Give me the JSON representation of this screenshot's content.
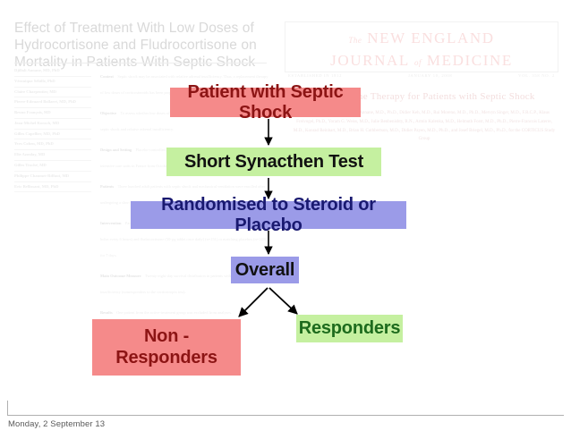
{
  "slide": {
    "footer_date": "Monday, 2 September 13"
  },
  "background_papers": {
    "left_paper": {
      "title": "Effect of Treatment With Low Doses of Hydrocortisone and Fludrocortisone on Mortality in Patients With Septic Shock",
      "authors": [
        "Djillali Annane, MD, PhD",
        "Véronique Sébille, PhD",
        "Claire Charpentier, MD",
        "Pierre-Edouard Bollaert, MD, PhD",
        "Bruno François, MD",
        "Jean-Michel Korach, MD",
        "Gilles Capellier, MD, PhD",
        "Yves Cohen, MD, PhD",
        "Elie Azoulay, MD",
        "Gilles Troché, MD",
        "Philippe Chaumet-Riffaut, MD",
        "Eric Bellissant, MD, PhD"
      ],
      "abstract_sections": [
        {
          "heading": "Context",
          "body": "Septic shock may be associated with relative adrenal insufficiency. Thus, a replacement therapy of low doses of corticosteroids has been proposed to treat septic shock."
        },
        {
          "heading": "Objective",
          "body": "To assess whether low doses of corticosteroids improve 28-day survival in patients with septic shock and relative adrenal insufficiency."
        },
        {
          "heading": "Design and Setting",
          "body": "Placebo-controlled, randomized, double-blind, parallel-group trial performed in 19 intensive care units in France from October 9, 1995, to February 23, 1999."
        },
        {
          "heading": "Patients",
          "body": "Three hundred adult patients with septic shock and mechanical ventilation were enrolled after undergoing a short corticotropin test."
        },
        {
          "heading": "Intervention",
          "body": "Patients were randomly assigned to receive either hydrocortisone (50-mg intravenous bolus every 6 hours) and fludrocortisone (50-µg tablet once daily) (n=151) or matching placebos (n=149) for 7 days."
        },
        {
          "heading": "Main Outcome Measure",
          "body": "Twenty-eight-day survival distribution in patients with relative adrenal insufficiency (nonresponders to the corticotropin test)."
        },
        {
          "heading": "Results",
          "body": "One patient from the active-treatment group was excluded from analyses."
        }
      ]
    },
    "right_paper": {
      "masthead_small": "The",
      "masthead_line1": "NEW ENGLAND",
      "masthead_line2a": "JOURNAL",
      "masthead_of": "of",
      "masthead_line2b": "MEDICINE",
      "issue_left": "ESTABLISHED IN 1812",
      "issue_center": "JANUARY 10, 2008",
      "issue_right": "VOL. 358  NO. 2",
      "article_title": "Hydrocortisone Therapy for Patients with Septic Shock",
      "article_authors": "Charles L. Sprung, M.D., Djillali Annane, M.D., Ph.D., Didier Keh, M.D., Rui Moreno, M.D., Ph.D., Mervyn Singer, M.D., F.R.C.P., Klaus Freivogel, Ph.D., Yoram G. Weiss, M.D., Julie Benbenishty, R.N., Armin Kalenka, M.D., Helmuth Forst, M.D., Ph.D., Pierre-Francois Laterre, M.D., Konrad Reinhart, M.D., Brian H. Cuthbertson, M.D., Didier Payen, M.D., Ph.D., and Josef Briegel, M.D., Ph.D., for the CORTICUS Study Group"
    }
  },
  "flowchart": {
    "nodes": [
      {
        "id": "patient",
        "label": "Patient with Septic Shock",
        "fill": "#f58a8a",
        "text_color": "#8c1414"
      },
      {
        "id": "synacthen",
        "label": "Short Synacthen Test",
        "fill": "#c5f0a0",
        "text_color": "#111111"
      },
      {
        "id": "randomised",
        "label": "Randomised to Steroid or Placebo",
        "fill": "#9b9be8",
        "text_color": "#191970"
      },
      {
        "id": "overall",
        "label": "Overall",
        "fill": "#9b9be8",
        "text_color": "#111111"
      },
      {
        "id": "non_responders",
        "label": "Non -\nResponders",
        "fill": "#f58a8a",
        "text_color": "#8c1414"
      },
      {
        "id": "responders",
        "label": "Responders",
        "fill": "#c5f0a0",
        "text_color": "#1d6b1d"
      }
    ],
    "arrow_color": "#000000"
  }
}
